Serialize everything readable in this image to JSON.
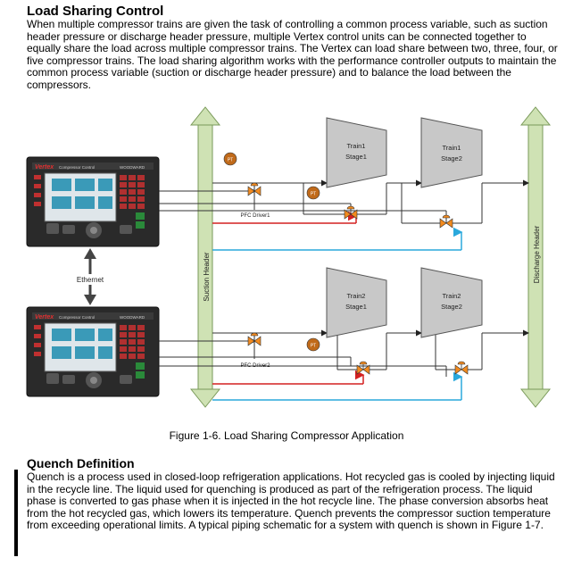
{
  "section1": {
    "heading": "Load Sharing Control",
    "body": "When multiple compressor trains are given the task of controlling a common process variable, such as suction header pressure or discharge header pressure, multiple Vertex control units can be connected together to equally share the load across multiple compressor trains. The Vertex can load share between two, three, four, or five compressor trains. The load sharing algorithm works with the performance controller outputs to maintain the common process variable (suction or discharge header pressure) and to balance the load between the compressors."
  },
  "figure": {
    "caption": "Figure 1-6. Load Sharing Compressor Application",
    "ethernet_label": "Ethernet",
    "suction_header_label": "Suction Header",
    "discharge_header_label": "Discharge Header",
    "panel_brand": "Vertex",
    "panel_subtitle": "Compressor Control",
    "panel_maker": "WOODWARD",
    "pfc_driver1": "PFC Driver1",
    "pfc_driver2": "PFC Driver2",
    "train1_stage1": [
      "Train1",
      "Stage1"
    ],
    "train1_stage2": [
      "Train1",
      "Stage2"
    ],
    "train2_stage1": [
      "Train2",
      "Stage1"
    ],
    "train2_stage2": [
      "Train2",
      "Stage2"
    ],
    "colors": {
      "header_pipe": "#cfe2b4",
      "recycle_red": "#d42020",
      "recycle_blue": "#2aa8dc",
      "valve_orange": "#f28a1e",
      "compressor_gray": "#c8c8c8"
    }
  },
  "section2": {
    "heading": "Quench Definition",
    "body": "Quench is a process used in closed-loop refrigeration applications. Hot recycled gas is cooled by injecting liquid in the recycle line. The liquid used for quenching is produced as part of the refrigeration process. The liquid phase is converted to gas phase when it is injected in the hot recycle line. The phase conversion absorbs heat from the hot recycled gas, which lowers its temperature. Quench prevents the compressor suction temperature from exceeding operational limits. A typical piping schematic for a system with quench is shown in Figure 1-7."
  }
}
